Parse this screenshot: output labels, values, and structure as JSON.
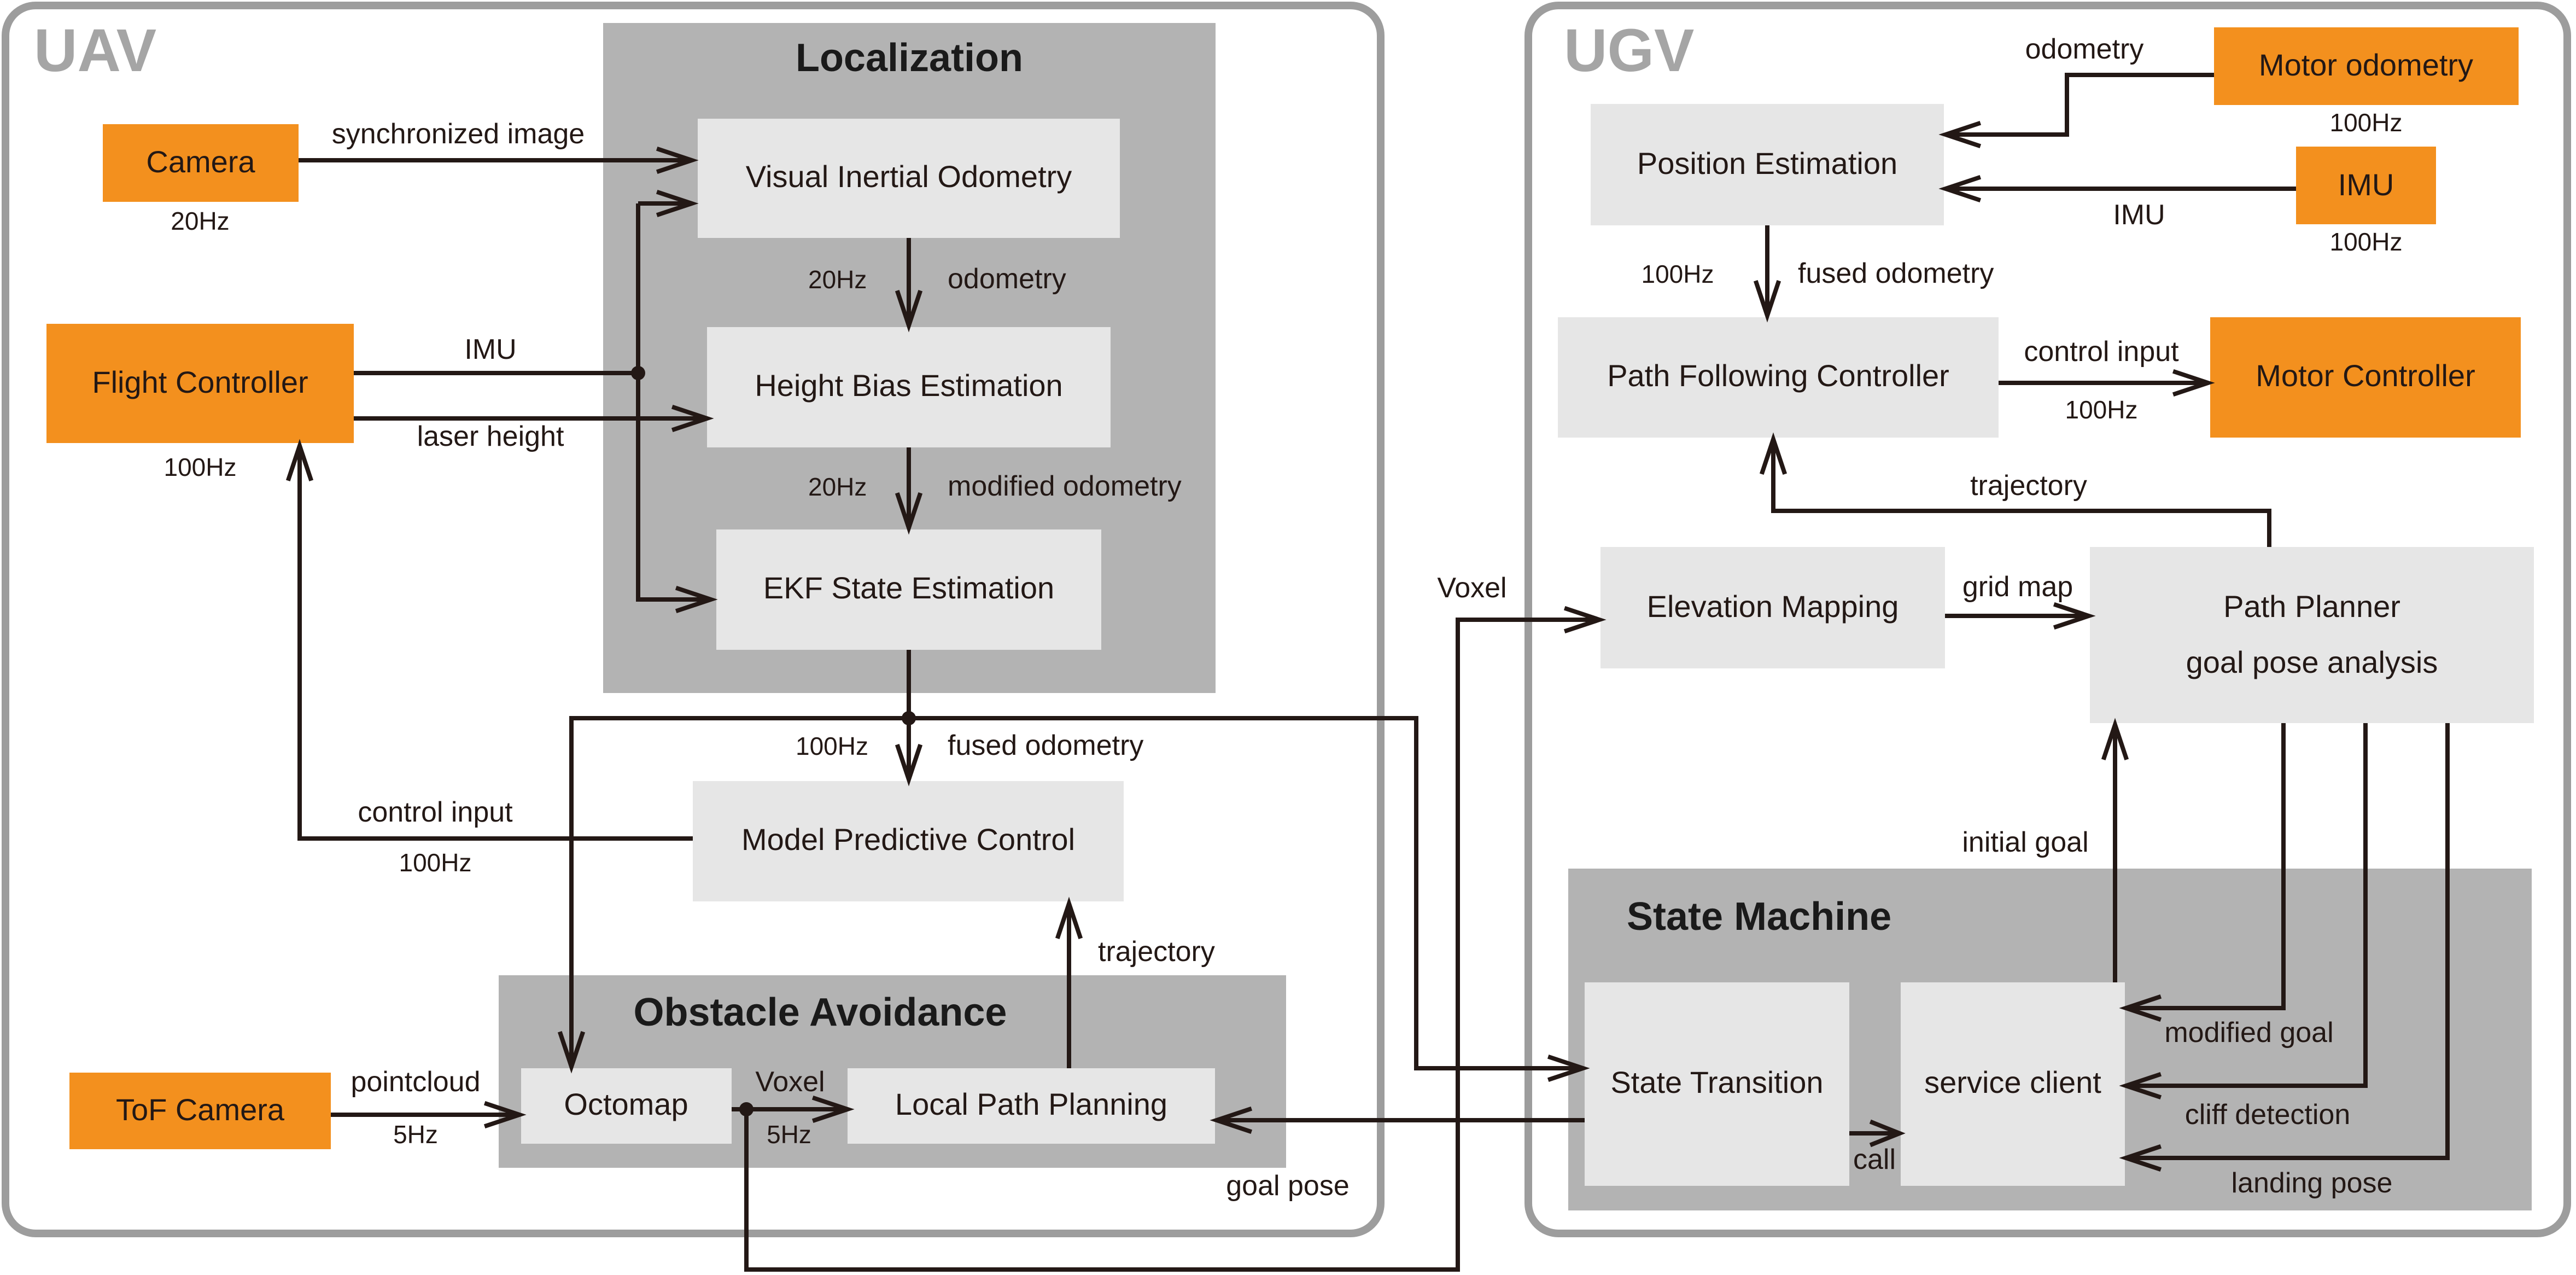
{
  "sections": {
    "uav_title": "UAV",
    "ugv_title": "UGV"
  },
  "panels": {
    "localization": "Localization",
    "obstacle_avoidance": "Obstacle Avoidance",
    "state_machine": "State Machine"
  },
  "nodes": {
    "camera": "Camera",
    "flight_controller": "Flight Controller",
    "tof_camera": "ToF Camera",
    "visual_inertial_odometry": "Visual Inertial Odometry",
    "height_bias_estimation": "Height Bias Estimation",
    "ekf_state_estimation": "EKF State Estimation",
    "model_predictive_control": "Model Predictive Control",
    "octomap": "Octomap",
    "local_path_planning": "Local Path Planning",
    "position_estimation": "Position Estimation",
    "motor_odometry": "Motor odometry",
    "imu": "IMU",
    "path_following_controller": "Path Following Controller",
    "motor_controller": "Motor Controller",
    "elevation_mapping": "Elevation Mapping",
    "path_planner_line1": "Path Planner",
    "path_planner_line2": "goal pose analysis",
    "state_transition": "State Transition",
    "service_client": "service client"
  },
  "edges": {
    "synchronized_image": "synchronized image",
    "odometry_uav": "odometry",
    "imu_uav": "IMU",
    "laser_height": "laser height",
    "modified_odometry": "modified odometry",
    "fused_odometry_uav": "fused odometry",
    "control_input_uav": "control input",
    "trajectory_uav": "trajectory",
    "pointcloud": "pointcloud",
    "voxel_uav": "Voxel",
    "goal_pose": "goal pose",
    "voxel_link": "Voxel",
    "odometry_ugv": "odometry",
    "imu_ugv": "IMU",
    "fused_odometry_ugv": "fused odometry",
    "control_input_ugv": "control input",
    "trajectory_ugv": "trajectory",
    "grid_map": "grid map",
    "initial_goal": "initial goal",
    "modified_goal": "modified goal",
    "cliff_detection": "cliff detection",
    "landing_pose": "landing pose",
    "call": "call"
  },
  "rates": {
    "camera": "20Hz",
    "flight_controller": "100Hz",
    "vio_to_hbe": "20Hz",
    "hbe_to_ekf": "20Hz",
    "ekf_to_mpc": "100Hz",
    "control_input_uav": "100Hz",
    "pointcloud": "5Hz",
    "voxel_uav": "5Hz",
    "motor_odometry": "100Hz",
    "imu_ugv": "100Hz",
    "fused_odometry_ugv": "100Hz",
    "control_input_ugv": "100Hz"
  },
  "colors": {
    "sensor_box": "#f3901e",
    "module_box": "#e6e6e6",
    "panel": "#b3b3b3",
    "frame": "#9d9d9d",
    "line": "#231815"
  }
}
